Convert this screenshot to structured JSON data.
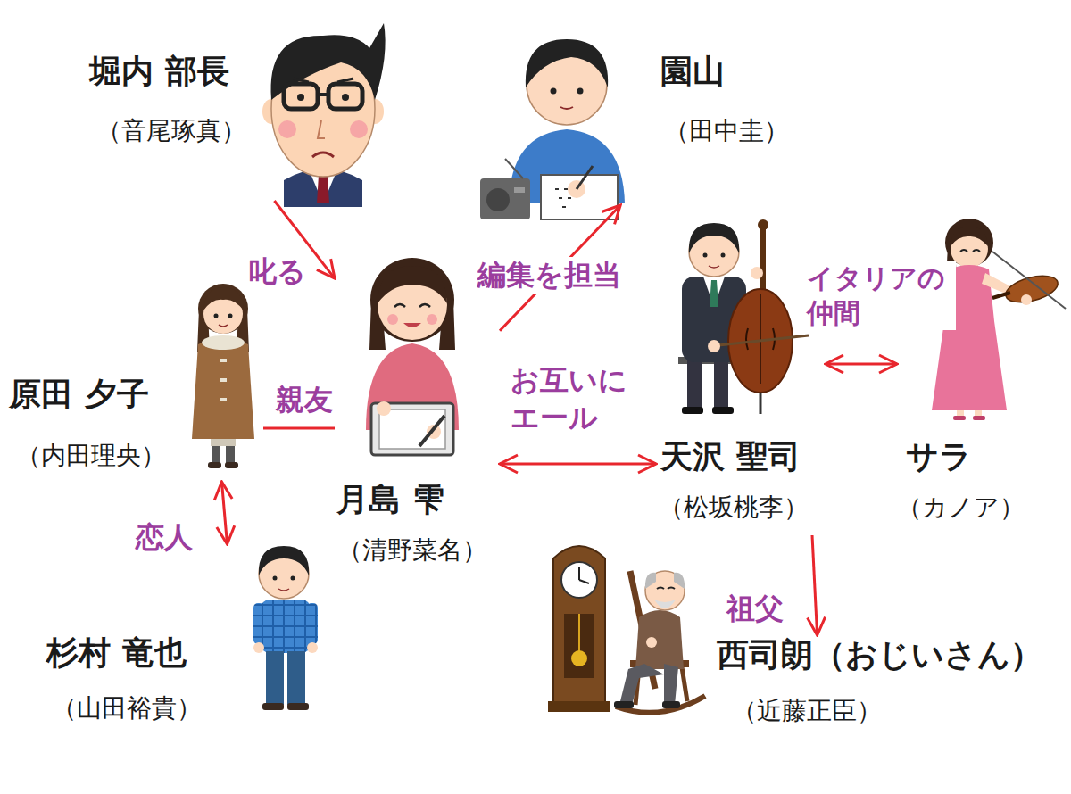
{
  "diagram": {
    "nodes": [
      {
        "text": [
          "堀内 部長",
          "（音尾琢真）"
        ]
      },
      {
        "text": [
          "園山",
          "（田中圭）"
        ]
      },
      {
        "text": [
          "原田 夕子",
          "（内田理央）"
        ]
      },
      {
        "text": [
          "月島 雫",
          "（清野菜名）"
        ]
      },
      {
        "text": [
          "天沢 聖司",
          "（松坂桃李）"
        ]
      },
      {
        "text": [
          "サラ",
          "（カノア）"
        ]
      },
      {
        "text": [
          "杉村 竜也",
          "（山田裕貴）"
        ]
      },
      {
        "text": [
          "西司朗（おじいさん）",
          "（近藤正臣）"
        ]
      }
    ],
    "edges": [
      {
        "from": 0,
        "to": 3,
        "arrow": "to",
        "label": "叱る"
      },
      {
        "from": 3,
        "to": 1,
        "arrow": "to",
        "label": "編集を担当"
      },
      {
        "from": 2,
        "to": 3,
        "arrow": "none",
        "label": "親友"
      },
      {
        "from": 3,
        "to": 4,
        "arrow": "both",
        "label": "お互いに エール"
      },
      {
        "from": 4,
        "to": 5,
        "arrow": "both",
        "label": "イタリアの 仲間"
      },
      {
        "from": 2,
        "to": 6,
        "arrow": "both",
        "label": "恋人"
      },
      {
        "from": 4,
        "to": 7,
        "arrow": "to",
        "label": "祖父"
      }
    ]
  }
}
